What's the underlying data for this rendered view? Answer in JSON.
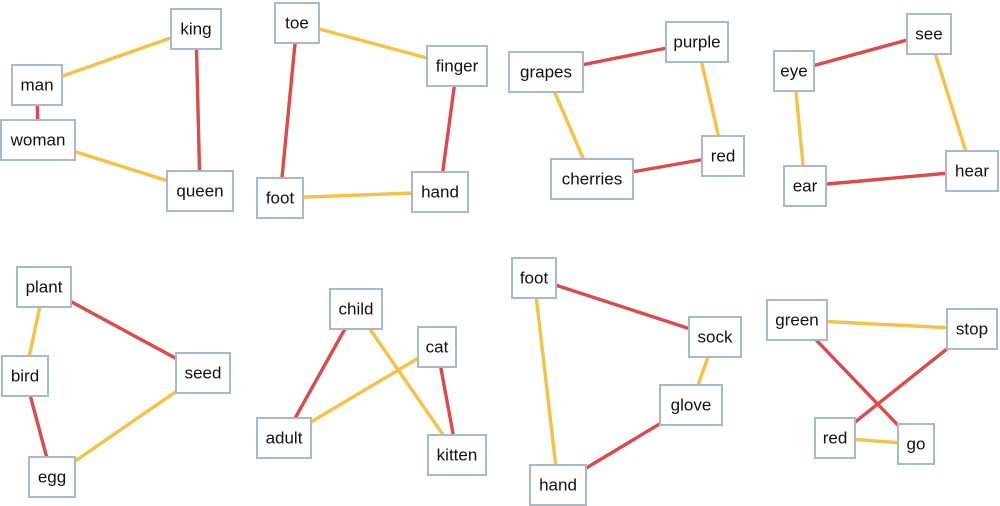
{
  "colors": {
    "red": "#dc4b4b",
    "yellow": "#f5c243",
    "box_border": "#a9b7cf"
  },
  "panels": [
    {
      "id": "p1",
      "words": [
        "man",
        "king",
        "woman",
        "queen"
      ],
      "edges": [
        [
          "man",
          "king",
          "yellow"
        ],
        [
          "man",
          "woman",
          "red"
        ],
        [
          "king",
          "queen",
          "red"
        ],
        [
          "woman",
          "queen",
          "yellow"
        ]
      ]
    },
    {
      "id": "p2",
      "words": [
        "toe",
        "finger",
        "foot",
        "hand"
      ],
      "edges": [
        [
          "toe",
          "finger",
          "yellow"
        ],
        [
          "toe",
          "foot",
          "red"
        ],
        [
          "finger",
          "hand",
          "red"
        ],
        [
          "foot",
          "hand",
          "yellow"
        ]
      ]
    },
    {
      "id": "p3",
      "words": [
        "grapes",
        "purple",
        "cherries",
        "red"
      ],
      "edges": [
        [
          "grapes",
          "purple",
          "red"
        ],
        [
          "grapes",
          "cherries",
          "yellow"
        ],
        [
          "purple",
          "red",
          "yellow"
        ],
        [
          "cherries",
          "red",
          "red"
        ]
      ]
    },
    {
      "id": "p4",
      "words": [
        "eye",
        "see",
        "ear",
        "hear"
      ],
      "edges": [
        [
          "eye",
          "see",
          "red"
        ],
        [
          "eye",
          "ear",
          "yellow"
        ],
        [
          "see",
          "hear",
          "yellow"
        ],
        [
          "ear",
          "hear",
          "red"
        ]
      ]
    },
    {
      "id": "p5",
      "words": [
        "plant",
        "bird",
        "seed",
        "egg"
      ],
      "edges": [
        [
          "plant",
          "bird",
          "yellow"
        ],
        [
          "plant",
          "seed",
          "red"
        ],
        [
          "bird",
          "egg",
          "red"
        ],
        [
          "seed",
          "egg",
          "yellow"
        ]
      ]
    },
    {
      "id": "p6",
      "words": [
        "child",
        "cat",
        "adult",
        "kitten"
      ],
      "edges": [
        [
          "child",
          "adult",
          "red"
        ],
        [
          "child",
          "kitten",
          "yellow"
        ],
        [
          "cat",
          "adult",
          "yellow"
        ],
        [
          "cat",
          "kitten",
          "red"
        ]
      ]
    },
    {
      "id": "p7",
      "words": [
        "foot",
        "sock",
        "glove",
        "hand"
      ],
      "edges": [
        [
          "foot",
          "sock",
          "red"
        ],
        [
          "foot",
          "hand",
          "yellow"
        ],
        [
          "sock",
          "glove",
          "yellow"
        ],
        [
          "glove",
          "hand",
          "red"
        ]
      ]
    },
    {
      "id": "p8",
      "words": [
        "green",
        "stop",
        "red",
        "go"
      ],
      "edges": [
        [
          "green",
          "stop",
          "yellow"
        ],
        [
          "green",
          "go",
          "red"
        ],
        [
          "stop",
          "red",
          "red"
        ],
        [
          "red",
          "go",
          "yellow"
        ]
      ]
    }
  ]
}
